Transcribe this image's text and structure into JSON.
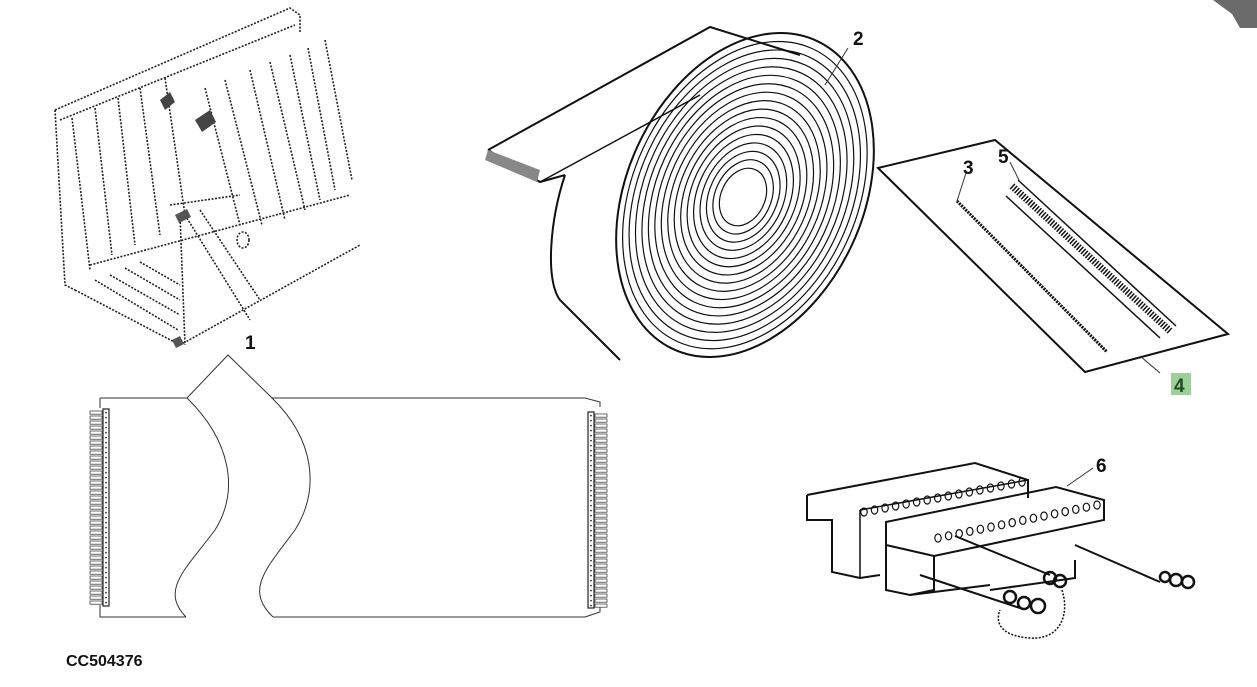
{
  "figure": {
    "reference_code": "CC504376",
    "callouts": [
      {
        "id": "1",
        "label": "1",
        "part": "ribbon-cable-assembly"
      },
      {
        "id": "2",
        "label": "2",
        "part": "flat-ribbon-cable-roll"
      },
      {
        "id": "3",
        "label": "3",
        "part": "strain-relief-strip"
      },
      {
        "id": "4",
        "label": "4",
        "part": "connector-kit-card",
        "highlighted": true
      },
      {
        "id": "5",
        "label": "5",
        "part": "idc-connector"
      },
      {
        "id": "6",
        "label": "6",
        "part": "crimp-tool-fixture"
      }
    ],
    "highlight_color": "#9ccf9a"
  },
  "overlay": {
    "corner_icon": "arrow-down-right-icon"
  }
}
